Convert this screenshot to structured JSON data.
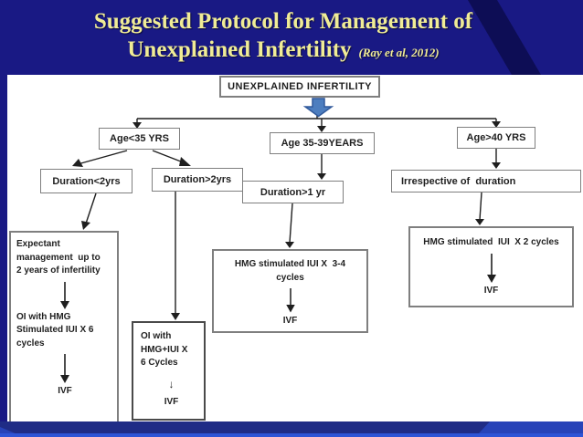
{
  "slide": {
    "title_line1": "Suggested Protocol for Management of",
    "title_line2": "Unexplained Infertility",
    "citation": "(Ray et al, 2012)"
  },
  "colors": {
    "slide_bg": "#191984",
    "slide_bg_dark": "#0d0d55",
    "title_text": "#f0ec96",
    "panel_bg": "#ffffff",
    "box_border": "#7f7f7f",
    "text": "#1f1f1f",
    "connector": "#1f1f1f",
    "block_arrow_fill": "#4d7ebf",
    "block_arrow_stroke": "#30599b",
    "footer_bar": "#1f2c86",
    "footer_accent": "#2743b8",
    "footer_line": "#2e54d6"
  },
  "flowchart": {
    "root": "UNEXPLAINED INFERTILITY",
    "age_lt35": "Age<35 YRS",
    "age_35_39": "Age 35-39YEARS",
    "age_gt40": "Age>40 YRS",
    "dur_lt2": "Duration<2yrs",
    "dur_gt2": "Duration>2yrs",
    "dur_gt1": "Duration>1 yr",
    "irrespective": "Irrespective of  duration",
    "expectant": {
      "line1": "Expectant",
      "line2": "management  up to",
      "line3": "2 years of infertility",
      "line4": "OI with HMG",
      "line5": "Stimulated IUI X 6",
      "line6": "cycles",
      "ivf": "IVF"
    },
    "oi_hmg_iui": {
      "line1": "OI with",
      "line2": "HMG+IUI X",
      "line3": "6 Cycles",
      "arrow": "↓",
      "ivf": "IVF"
    },
    "hmg_34": {
      "line1": "HMG stimulated IUI X  3-4",
      "line2": "cycles",
      "ivf": "IVF"
    },
    "hmg_2": {
      "line1": "HMG stimulated  IUI  X 2 cycles",
      "ivf": "IVF"
    }
  }
}
